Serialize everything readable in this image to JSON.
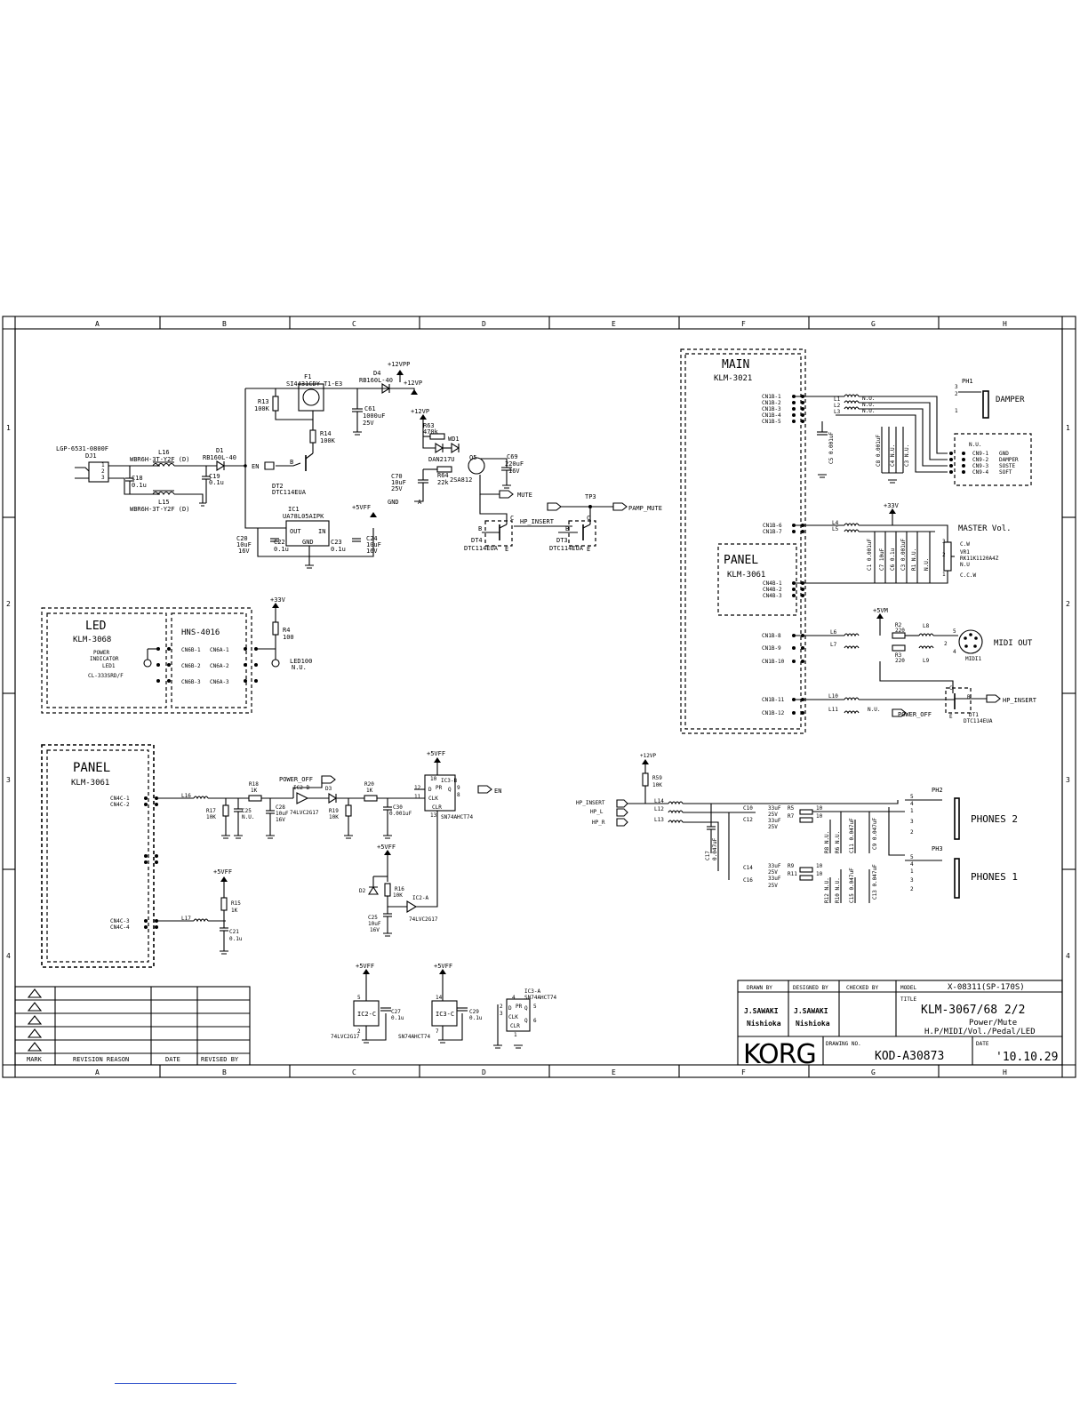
{
  "columns": [
    "A",
    "B",
    "C",
    "D",
    "E",
    "F",
    "G",
    "H"
  ],
  "rows": [
    "1",
    "2",
    "3",
    "4"
  ],
  "boards": {
    "main": {
      "title": "MAIN",
      "code": "KLM-3021"
    },
    "panel_top": {
      "title": "PANEL",
      "code": "KLM-3061"
    },
    "led": {
      "title": "LED",
      "code": "KLM-3068",
      "desc1": "POWER",
      "desc2": "INDICATOR",
      "led": "LED1",
      "part": "CL-333SRD/F"
    },
    "hns": {
      "title": "HNS-4016"
    },
    "panel_left": {
      "title": "PANEL",
      "code": "KLM-3061"
    }
  },
  "power_section": {
    "jack_part": "LGP-6531-0800F",
    "jack_ref": "DJ1",
    "l16": "L16",
    "l16_part": "WBR6H-3T-Y2F (D)",
    "l15": "L15",
    "l15_part": "WBR6H-3T-Y2F (D)",
    "c18": "C18",
    "c18_v": "0.1u",
    "c19": "C19",
    "c19_v": "0.1u",
    "d1": "D1",
    "d1_part": "RB160L-40",
    "f1": "F1",
    "f1_part": "SI4431CDY-T1-E3",
    "d4": "D4",
    "d4_part": "RB160L-40",
    "p12vpp": "+12VPP",
    "p12vp": "+12VP",
    "r13": "R13",
    "r13_v": "100K",
    "r14": "R14",
    "r14_v": "100K",
    "c61": "C61",
    "c61_v": "1000uF",
    "c61_vv": "25V",
    "dt2": "DT2",
    "dt2_part": "DTC114EUA",
    "en": "EN",
    "ic1": "IC1",
    "ic1_part": "UA78L05AIPK",
    "out": "OUT",
    "in": "IN",
    "gnd": "GND",
    "p5vff": "+5VFF",
    "c20": "C20",
    "c20_v": "10uF",
    "c20_vv": "16V",
    "c22": "C22",
    "c22_v": "0.1u",
    "c23": "C23",
    "c23_v": "0.1u",
    "c24": "C24",
    "c24_v": "10uF",
    "c24_vv": "16V"
  },
  "mute_section": {
    "p12vp": "+12VP",
    "r63": "R63",
    "r63_v": "470k",
    "wd1": "WD1",
    "wd1_part": "DAN217U",
    "q5": "Q5",
    "q5_part": "2SA812",
    "r64": "R64",
    "r64_v": "22k",
    "c70": "C70",
    "c70_v": "10uF",
    "c70_vv": "25V",
    "gnd": "GND",
    "c69": "C69",
    "c69_v": "220uF",
    "c69_vv": "16V",
    "mute": "MUTE",
    "hp_insert": "HP_INSERT",
    "tp3": "TP3",
    "pamp_mute": "PAMP_MUTE",
    "dt4": "DT4",
    "dt4_part": "DTC114EUA",
    "dt3": "DT3",
    "dt3_part": "DTC114EUA"
  },
  "damper": {
    "label": "DAMPER",
    "ph": "PH1",
    "nu": "N.U.",
    "cn9": [
      "CN9-1",
      "CN9-2",
      "CN9-3",
      "CN9-4"
    ],
    "sig": [
      "GND",
      "DAMPER",
      "SOSTE",
      "SOFT"
    ]
  },
  "cn1b_top": [
    "CN1B-1",
    "CN1B-2",
    "CN1B-3",
    "CN1B-4",
    "CN1B-5"
  ],
  "master_vol": {
    "label": "MASTER Vol.",
    "p33v": "+33V",
    "vr": "VR1",
    "vr_part": "RK11K1120A4Z",
    "cw": "C.W",
    "ccw": "C.C.W",
    "nu": "N.U",
    "cn1b": [
      "CN1B-6",
      "CN1B-7"
    ],
    "cn4b": [
      "CN4B-1",
      "CN4B-2",
      "CN4B-3"
    ]
  },
  "midi": {
    "label": "MIDI OUT",
    "p5vm": "+5VM",
    "r2": "R2",
    "r2_v": "220",
    "r3": "R3",
    "r3_v": "220",
    "l6": "L6",
    "l7": "L7",
    "l8": "L8",
    "l9": "L9",
    "ref": "MIDI1",
    "cn1b": [
      "CN1B-8",
      "CN1B-9",
      "CN1B-10"
    ]
  },
  "power_off": {
    "cn1b": [
      "CN1B-11",
      "CN1B-12"
    ],
    "l10": "L10",
    "l11": "L11",
    "nu": "N.U.",
    "label": "POWER_OFF",
    "hp_insert": "HP_INSERT",
    "dt1": "DT1",
    "dt1_part": "DTC114EUA"
  },
  "led_section": {
    "cn6b": [
      "CN6B-1",
      "CN6B-2",
      "CN6B-3"
    ],
    "cn6a": [
      "CN6A-1",
      "CN6A-2",
      "CN6A-3"
    ],
    "p33v": "+33V",
    "r4": "R4",
    "r4_v": "100",
    "led100": "LED100",
    "led100_v": "N.U."
  },
  "panel_left_section": {
    "cn4c": [
      "CN4C-1",
      "CN4C-2",
      "CN4C-3",
      "CN4C-4"
    ],
    "l16": "L16",
    "l17": "L17",
    "r17": "R17",
    "r17_v": "10K",
    "c25": "C25",
    "c25_v": "N.U.",
    "r18": "R18",
    "r18_v": "1K",
    "c28": "C28",
    "c28_v": "10uF",
    "c28_vv": "16V",
    "power_off": "POWER_OFF",
    "ic2b": "IC2-B",
    "ic2b_part": "74LVC2G17",
    "d3": "D3",
    "r19": "R19",
    "r19_v": "10K",
    "r20": "R20",
    "r20_v": "1K",
    "c30": "C30",
    "c30_v": "0.001uF",
    "p5vff": "+5VFF",
    "ic3b": "IC3-B",
    "ic3b_part": "SN74AHCT74",
    "pr": "PR",
    "d": "D",
    "q": "Q",
    "clk": "CLK",
    "clr": "CLR",
    "en": "EN",
    "d2": "D2",
    "r16": "R16",
    "r16_v": "10K",
    "ic2a": "IC2-A",
    "ic2a_part": "74LVC2G17",
    "c25b": "C25",
    "c25b_v": "10uF",
    "c25b_vv": "16V",
    "r15": "R15",
    "r15_v": "1K",
    "c21": "C21",
    "c21_v": "0.1u"
  },
  "phones": {
    "p12vp": "+12VP",
    "r59": "R59",
    "r59_v": "10K",
    "hp_insert": "HP_INSERT",
    "hp_l": "HP_L",
    "hp_r": "HP_R",
    "l14": "L14",
    "l12": "L12",
    "l13": "L13",
    "c17": "C17",
    "c17_v": "0.047uF",
    "caps": [
      "C10",
      "C12",
      "C14",
      "C16"
    ],
    "cap_v": "33uF",
    "cap_vv": "25V",
    "rs": [
      "R5",
      "R7",
      "R9",
      "R11"
    ],
    "r_v": "10",
    "ph2": "PH2",
    "ph3": "PH3",
    "phones2": "PHONES 2",
    "phones1": "PHONES 1",
    "c11": "C11",
    "c11_v": "0.047uF",
    "c9": "C9",
    "c9_v": "0.047uF",
    "c15": "C15",
    "c15_v": "0.047uF",
    "c13": "C13",
    "c13_v": "0.047uF",
    "r6": "R6",
    "r8": "R8",
    "r10": "R10",
    "r12": "R12",
    "nu": "N.U."
  },
  "ic_power": {
    "p5vff": "+5VFF",
    "ic2c": "IC2-C",
    "ic2c_part": "74LVC2G17",
    "c27": "C27",
    "c27_v": "0.1u",
    "ic3c": "IC3-C",
    "ic3c_part": "SN74AHCT74",
    "c29": "C29",
    "c29_v": "0.1u",
    "ic3a": "IC3-A",
    "ic3a_part": "SN74AHCT74"
  },
  "revision_table": {
    "headers": [
      "MARK",
      "REVISION REASON",
      "DATE",
      "REVISED BY"
    ]
  },
  "title_block": {
    "drawn_by_h": "DRAWN BY",
    "designed_by_h": "DESIGNED BY",
    "checked_by_h": "CHECKED BY",
    "model_h": "MODEL",
    "model": "X-08311(SP-170S)",
    "drawn_by": "J.SAWAKI",
    "drawn_by2": "Nishioka",
    "designed_by": "J.SAWAKI",
    "designed_by2": "Nishioka",
    "title_h": "TITLE",
    "title": "KLM-3067/68 2/2",
    "subtitle1": "Power/Mute",
    "subtitle2": "H.P/MIDI/Vol./Pedal/LED",
    "brand": "KORG",
    "drawing_no_h": "DRAWING NO.",
    "drawing_no": "KOD-A30873",
    "date_h": "DATE",
    "date": "'10.10.29"
  }
}
